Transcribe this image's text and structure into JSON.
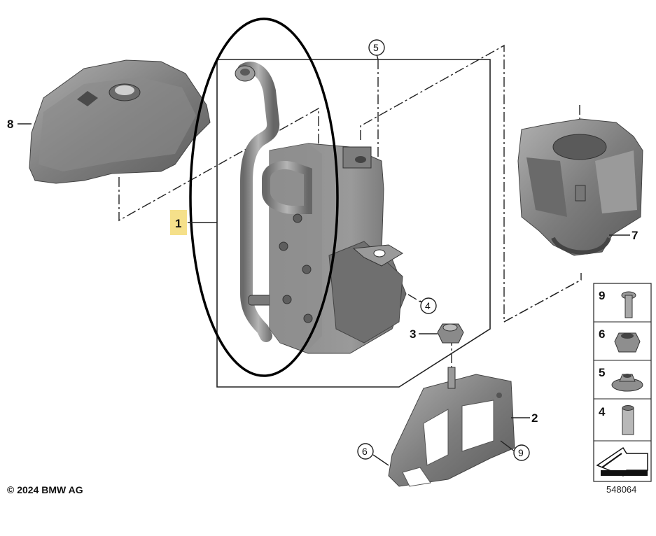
{
  "callouts": {
    "c1": "1",
    "c2": "2",
    "c3": "3",
    "c4": "4",
    "c5": "5",
    "c6": "6",
    "c7": "7",
    "c8": "8",
    "c9": "9"
  },
  "legend": [
    {
      "number": "9",
      "icon": "bolt-icon"
    },
    {
      "number": "6",
      "icon": "hex-nut-icon"
    },
    {
      "number": "5",
      "icon": "flange-nut-icon"
    },
    {
      "number": "4",
      "icon": "spacer-sleeve-icon"
    }
  ],
  "legend_arrow_icon": "direction-arrow-icon",
  "copyright": "© 2024 BMW AG",
  "diagram_number": "548064",
  "colors": {
    "highlight": "#f5e08a",
    "part_fill": "#7d7d7d",
    "part_dark": "#5a5a5a",
    "part_light": "#a8a8a8",
    "line": "#222222"
  }
}
